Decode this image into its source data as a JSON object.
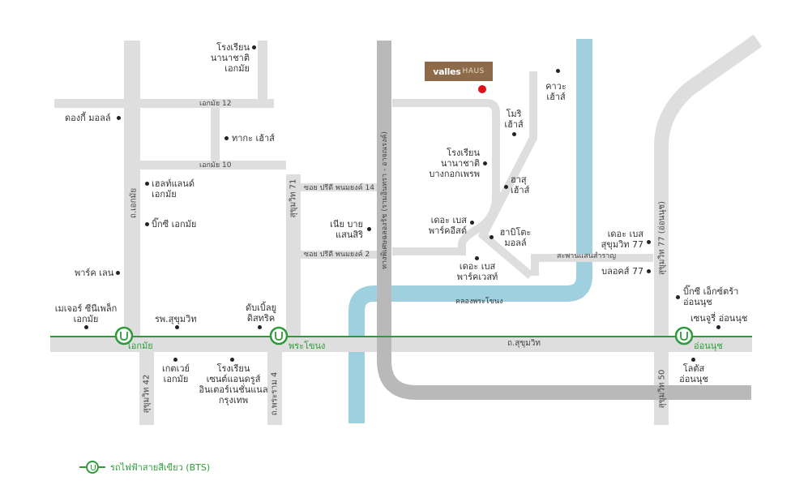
{
  "brand": {
    "logo_main": "valles",
    "logo_sub": "HAUS"
  },
  "colors": {
    "road": "#dedede",
    "expressway": "#b9b9b9",
    "canal": "#9fd0e0",
    "bts_line": "#2e9b3a",
    "project_marker": "#e0101a"
  },
  "roads": {
    "ekkamai12": "เอกมัย 12",
    "ekkamai10": "เอกมัย 10",
    "soi_preedi14": "ซอย ปรีดี พนมยงค์ 14",
    "soi_preedi2": "ซอย ปรีดี พนมยงค์ 2",
    "saphan": "สะพานแสนสำราญ",
    "sukhumvit": "ถ.สุขุมวิท",
    "ekkamai_rd": "ถ.เอกมัย",
    "sukhumvit71": "สุขุมวิท 71",
    "expressway": "ทางพิเศษฉลองรัช (รามอินทรา - อาจณรงค์)",
    "sukhumvit77": "สุขุมวิท 77 (อ่อนนุช)",
    "sukhumvit42": "สุขุมวิท 42",
    "phraram4": "ถ.พระราม 4",
    "sukhumvit50": "สุขุมวิท 50",
    "canal": "คลองพระโขนง"
  },
  "places": {
    "nist": [
      "โรงเรียน",
      "นานาชาติ",
      "เอกมัย"
    ],
    "donki": "ดองกี้ มอลล์",
    "takha": "ทากะ เฮ้าส์",
    "healthland": [
      "เฮลท์แลนด์",
      "เอกมัย"
    ],
    "bigc_ekkamai": "บิ๊กซี เอกมัย",
    "park_lane": "พาร์ค เลน",
    "major": [
      "เมเจอร์ ซีนีเพล็ก",
      "เอกมัย"
    ],
    "hospital": "รพ.สุขุมวิท",
    "dublin": [
      "ดับเบิ้ลยู",
      "ดิสทริค"
    ],
    "gateway": [
      "เกตเวย์",
      "เอกมัย"
    ],
    "stdominic": [
      "โรงเรียน",
      "เซนต์แอนดรูส์",
      "อินเตอร์เนชั่นแนล",
      "กรุงเทพ"
    ],
    "kawa": [
      "คาวะ",
      "เฮ้าส์"
    ],
    "mori": [
      "โมริ",
      "เฮ้าส์"
    ],
    "bangkok_prep": [
      "โรงเรียน",
      "นานาชาติ",
      "บางกอกเพรพ"
    ],
    "hasu": [
      "ฮาสุ",
      "เฮ้าส์"
    ],
    "the_base_park_east": [
      "เดอะ เบส",
      "พาร์คอีสต์"
    ],
    "habito": [
      "ฮาบิโตะ",
      "มอลล์"
    ],
    "niya": [
      "เนีย บาย",
      "แสนสิริ"
    ],
    "the_base_park_west": [
      "เดอะ เบส",
      "พาร์คเวสท์"
    ],
    "the_base_77": [
      "เดอะ เบส",
      "สุขุมวิท 77"
    ],
    "blocks77": "บลอคส์ 77",
    "bigc_extra": [
      "บิ๊กซี เอ็กซ์ตร้า",
      "อ่อนนุช"
    ],
    "century": "เซนจูรี่ อ่อนนุช",
    "lotus": [
      "โลตัส",
      "อ่อนนุช"
    ]
  },
  "bts_stations": {
    "ekkamai": "เอกมัย",
    "phrakhanong": "พระโขนง",
    "onnut": "อ่อนนุช"
  },
  "legend": {
    "bts_label": "รถไฟฟ้าสายสีเขียว (BTS)"
  }
}
